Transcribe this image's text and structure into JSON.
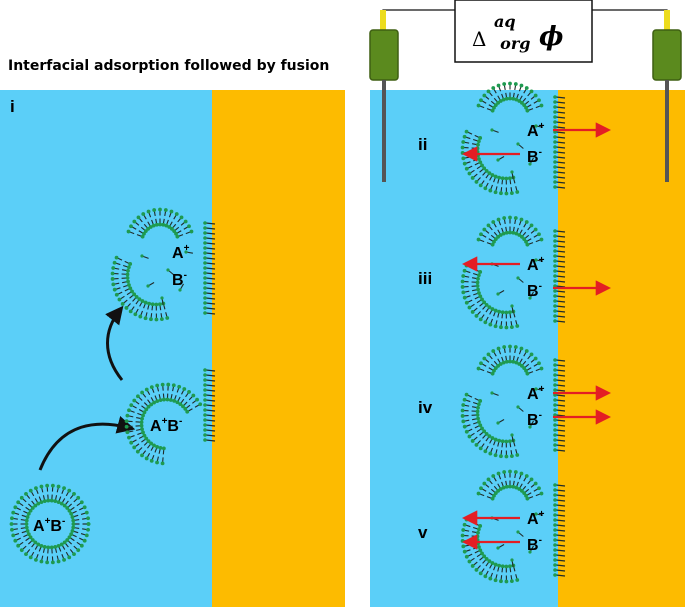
{
  "title": "Interfacial adsorption followed by fusion",
  "panel_i_label": "i",
  "potential_box": {
    "delta": "Δ",
    "superscript": "aq",
    "subscript": "org",
    "symbol": "ϕ"
  },
  "ions": {
    "cation": "A",
    "cation_charge": "+",
    "anion": "B",
    "anion_charge": "-"
  },
  "stages": [
    {
      "label": "ii",
      "a_direction": "right",
      "b_direction": "left"
    },
    {
      "label": "iii",
      "a_direction": "left",
      "b_direction": "right"
    },
    {
      "label": "iv",
      "a_direction": "right",
      "b_direction": "right"
    },
    {
      "label": "v",
      "a_direction": "left",
      "b_direction": "left"
    }
  ],
  "colors": {
    "aqueous": "#5BCFF8",
    "organic": "#FDBB00",
    "lipid_head": "#1e9a50",
    "lipid_tail": "#1f2a2a",
    "arrow": "#E31E24",
    "electrode": "#5B8A1E",
    "electrode_dark": "#3e5f12",
    "wire": "#ECDC1E"
  }
}
